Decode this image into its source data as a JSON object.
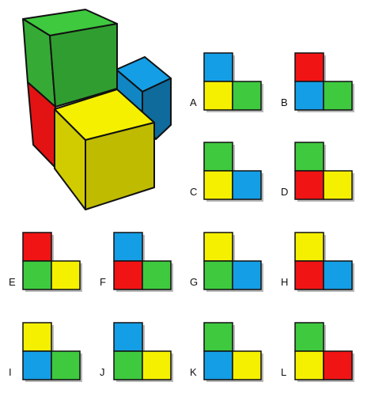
{
  "colors": {
    "green": "#3ec93e",
    "red": "#f01414",
    "blue": "#149ee6",
    "yellow": "#f5f000",
    "outline": "#111111",
    "shadow": "#b8b8b8"
  },
  "figure": {
    "cubes": [
      "green",
      "red",
      "blue",
      "yellow"
    ]
  },
  "options": [
    {
      "label": "A",
      "top": "blue",
      "bottom_left": "yellow",
      "bottom_right": "green"
    },
    {
      "label": "B",
      "top": "red",
      "bottom_left": "blue",
      "bottom_right": "green"
    },
    {
      "label": "C",
      "top": "green",
      "bottom_left": "yellow",
      "bottom_right": "blue"
    },
    {
      "label": "D",
      "top": "green",
      "bottom_left": "red",
      "bottom_right": "yellow"
    },
    {
      "label": "E",
      "top": "red",
      "bottom_left": "green",
      "bottom_right": "yellow"
    },
    {
      "label": "F",
      "top": "blue",
      "bottom_left": "red",
      "bottom_right": "green"
    },
    {
      "label": "G",
      "top": "yellow",
      "bottom_left": "green",
      "bottom_right": "blue"
    },
    {
      "label": "H",
      "top": "yellow",
      "bottom_left": "red",
      "bottom_right": "blue"
    },
    {
      "label": "I",
      "top": "yellow",
      "bottom_left": "blue",
      "bottom_right": "green"
    },
    {
      "label": "J",
      "top": "blue",
      "bottom_left": "green",
      "bottom_right": "yellow"
    },
    {
      "label": "K",
      "top": "green",
      "bottom_left": "blue",
      "bottom_right": "yellow"
    },
    {
      "label": "L",
      "top": "green",
      "bottom_left": "yellow",
      "bottom_right": "red"
    }
  ]
}
